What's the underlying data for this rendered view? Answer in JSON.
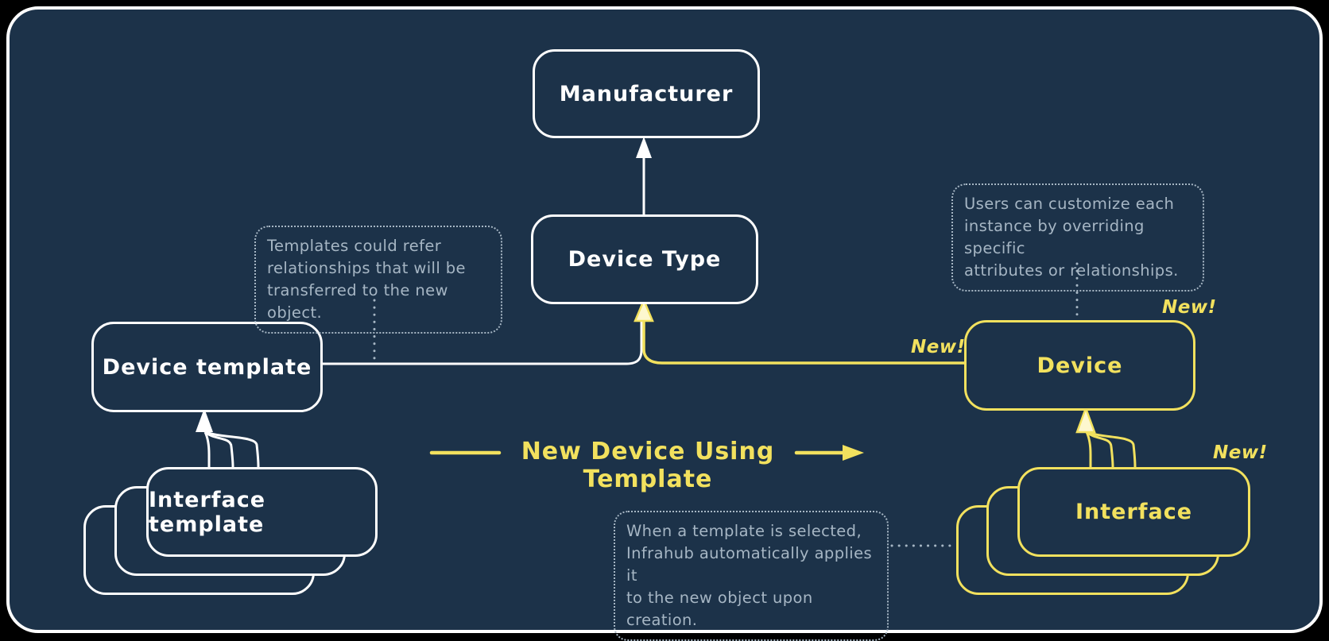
{
  "diagram_title": "New Device Using Template",
  "nodes": {
    "manufacturer": "Manufacturer",
    "device_type": "Device Type",
    "device_template": "Device template",
    "interface_template": "Interface template",
    "device": "Device",
    "interface": "Interface"
  },
  "badges": {
    "device_new": "New!",
    "device_link_new": "New!",
    "interface_new": "New!"
  },
  "annotations": {
    "templates_refer": "Templates could refer\nrelationships that will be\ntransferred to the new object.",
    "users_customize": "Users can customize each\ninstance by overriding specific\nattributes or relationships.",
    "template_applied": "When a template is selected,\nInfrahub automatically applies it\nto the new object upon creation."
  },
  "colors": {
    "background": "#1c3249",
    "stroke_white": "#ffffff",
    "accent_yellow": "#f2e15e",
    "annotation_gray": "#a6b6c4",
    "outer": "#000000"
  }
}
